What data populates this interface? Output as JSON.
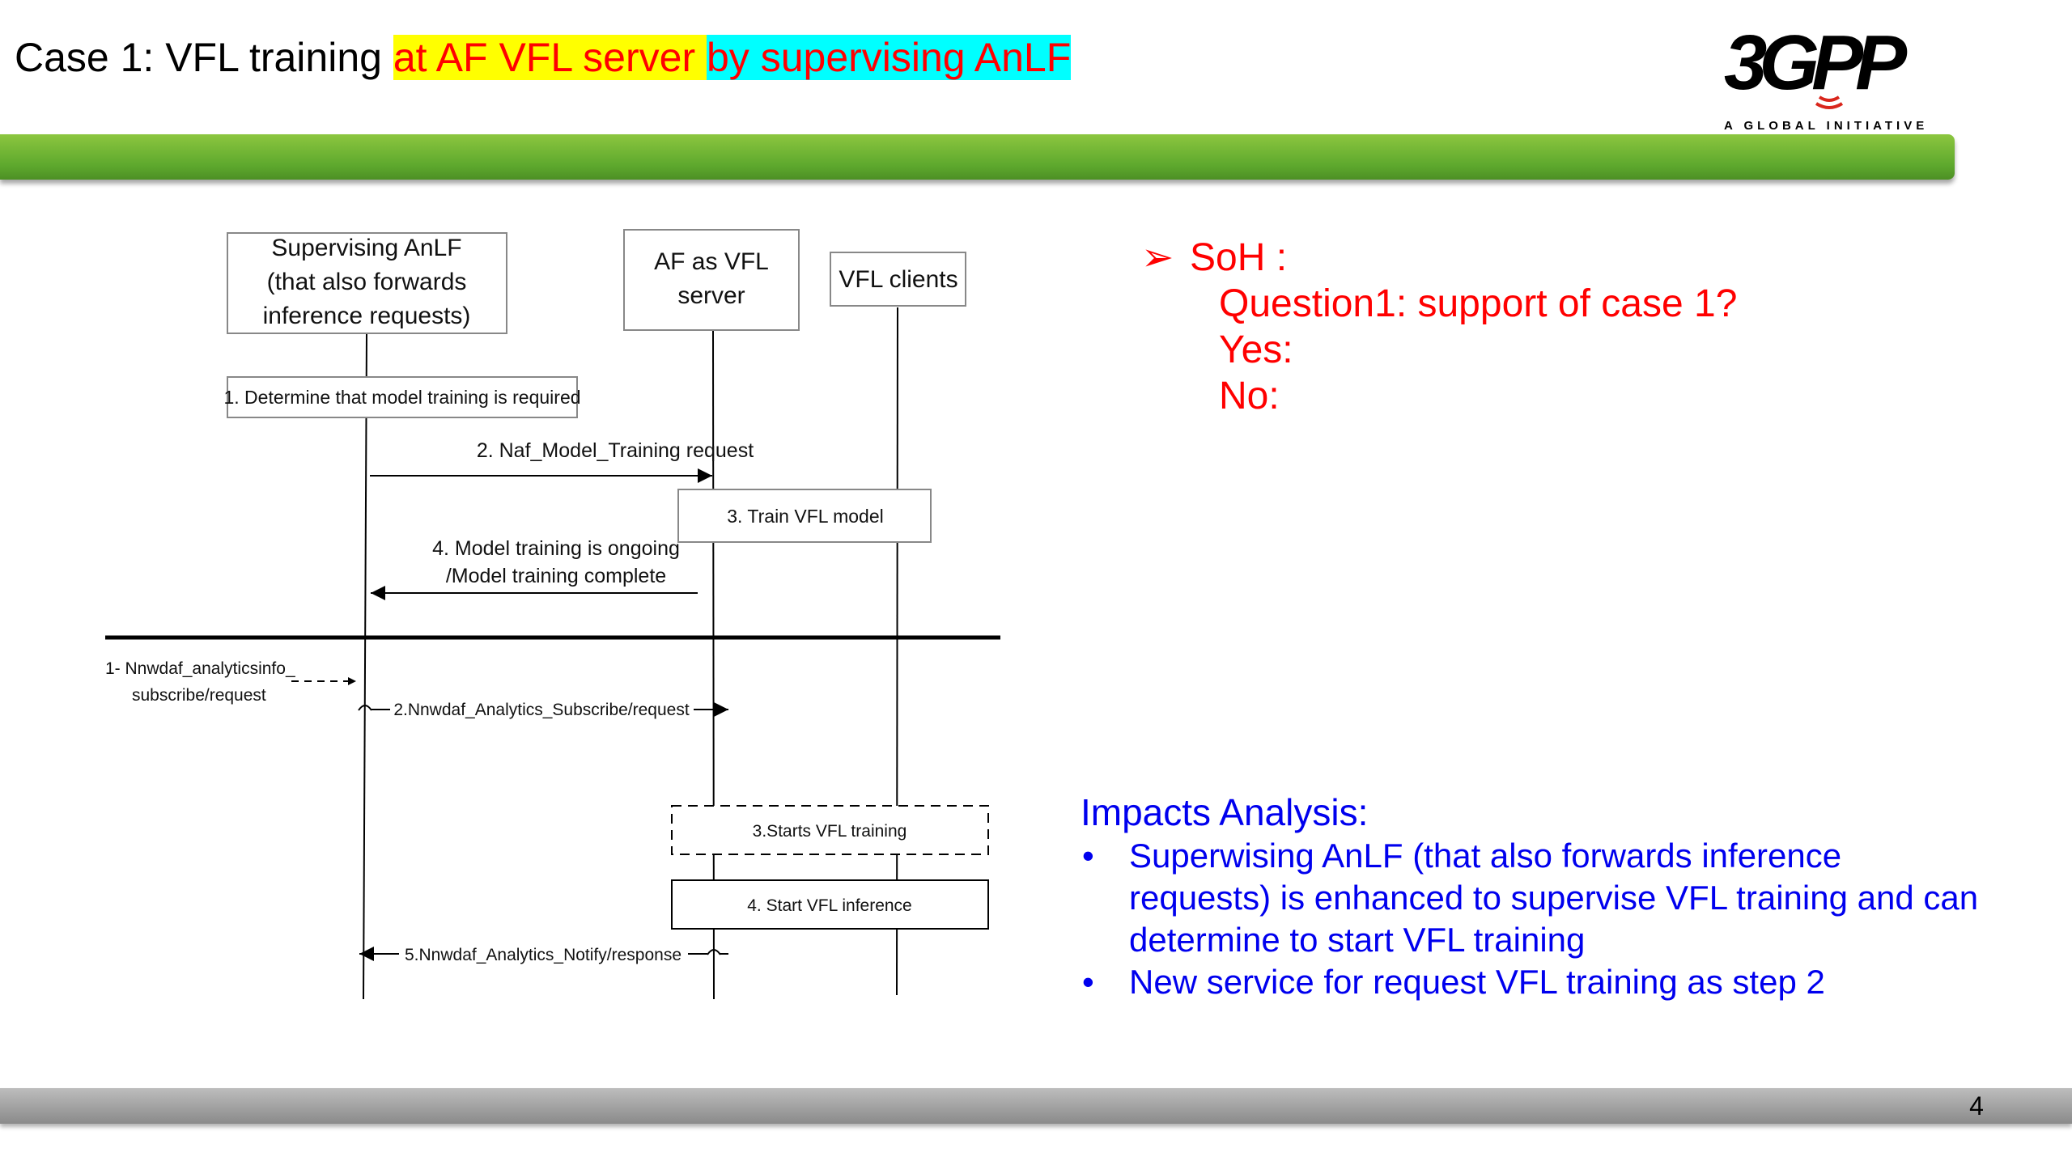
{
  "slide": {
    "title_prefix": "Case 1:  VFL training ",
    "title_highlight_1": "at AF VFL server ",
    "title_highlight_2": "by supervising AnLF",
    "page_number": "4"
  },
  "logo": {
    "brand": "3GPP",
    "tagline": "A GLOBAL INITIATIVE"
  },
  "diagram": {
    "entities": {
      "anlf_line1": "Supervising AnLF",
      "anlf_line2": "(that also forwards",
      "anlf_line3": "inference requests)",
      "af_line1": "AF as VFL",
      "af_line2": "server",
      "clients": "VFL clients"
    },
    "upper_steps": {
      "step1": "1. Determine that model training is required",
      "step2": "2. Naf_Model_Training request",
      "step3": "3. Train VFL model",
      "step4_line1": "4. Model training is ongoing",
      "step4_line2": "/Model training complete"
    },
    "lower_steps": {
      "step1_line1": "1- Nnwdaf_analyticsinfo_",
      "step1_line2": "subscribe/request",
      "step2": "2.Nnwdaf_Analytics_Subscribe/request",
      "step3": "3.Starts VFL training",
      "step4": "4. Start VFL inference",
      "step5": "5.Nnwdaf_Analytics_Notify/response"
    }
  },
  "soh": {
    "heading": "SoH :",
    "question": "Question1: support of case 1?",
    "yes": "Yes:",
    "no": "No:"
  },
  "impacts": {
    "heading": "Impacts Analysis:",
    "bullets": [
      "Superwising AnLF (that also forwards inference requests) is enhanced to supervise VFL training and can determine to start VFL training",
      "New service for request VFL training as step 2"
    ]
  },
  "colors": {
    "highlight_yellow": "#ffff00",
    "highlight_cyan": "#00ffff",
    "title_red": "#ff0000",
    "green_bar": "#6ab23a",
    "impacts_blue": "#0000ee",
    "soh_red": "#ff0000"
  }
}
